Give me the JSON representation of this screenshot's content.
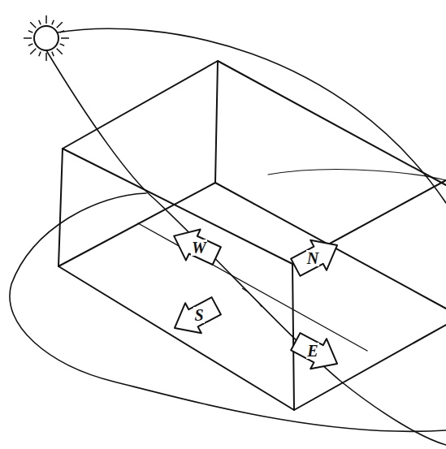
{
  "diagram": {
    "labels": [
      "W",
      "N",
      "S",
      "E"
    ]
  }
}
